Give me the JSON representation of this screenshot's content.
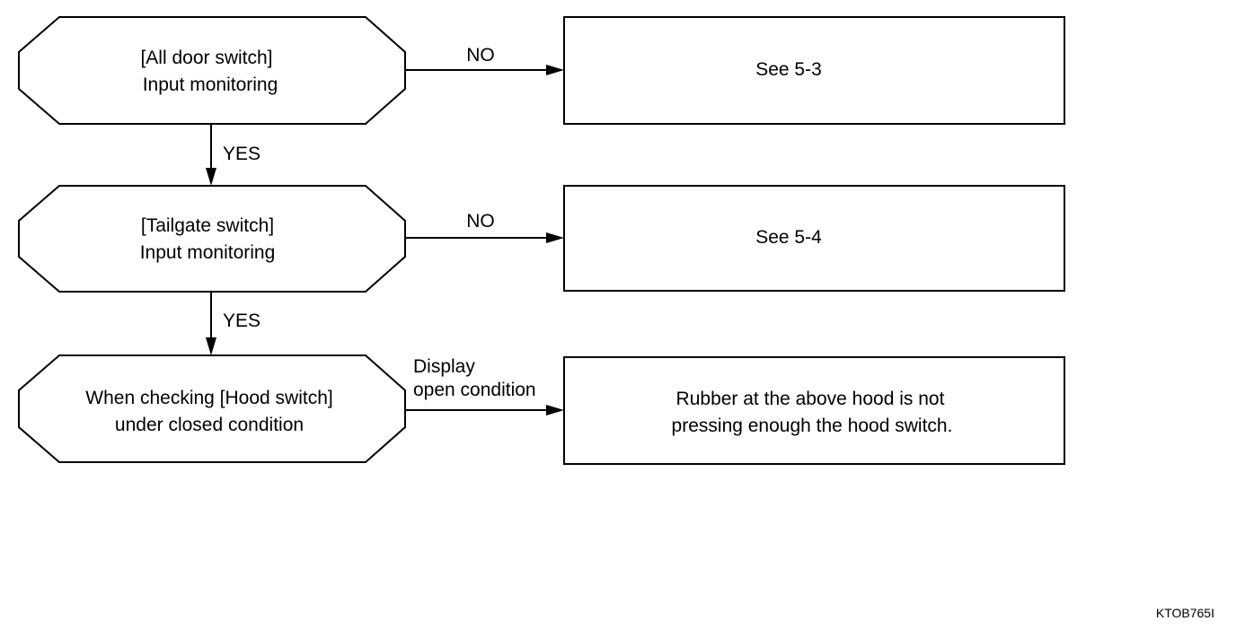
{
  "diagram": {
    "decisions": [
      {
        "line1": "[All door switch]",
        "line2": "Input monitoring"
      },
      {
        "line1": "[Tailgate switch]",
        "line2": "Input monitoring"
      },
      {
        "line1": "When checking [Hood switch]",
        "line2": "under closed condition"
      }
    ],
    "results": [
      {
        "line1": "See 5-3",
        "line2": ""
      },
      {
        "line1": "See 5-4",
        "line2": ""
      },
      {
        "line1": "Rubber at the above hood is not",
        "line2": "pressing enough the hood switch."
      }
    ],
    "edges": {
      "no_1": "NO",
      "no_2": "NO",
      "yes_1": "YES",
      "yes_2": "YES",
      "display_line1": "Display",
      "display_line2": "open condition"
    },
    "figure_code": "KTOB765I"
  }
}
